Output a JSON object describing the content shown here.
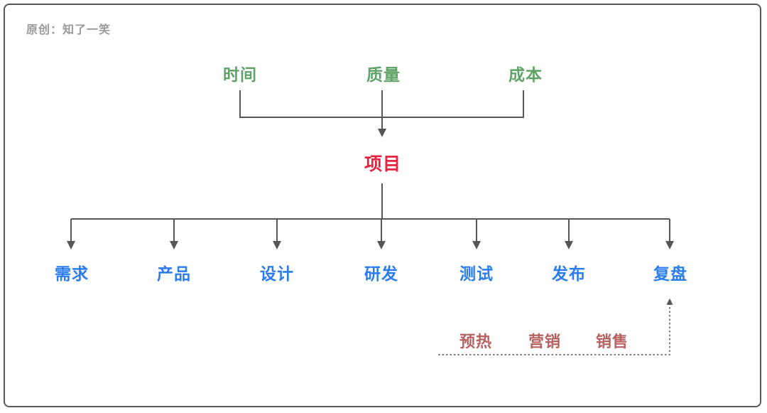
{
  "attribution": "原创：知了一笑",
  "colors": {
    "green": "#5fa268",
    "red": "#e6233e",
    "blue": "#2b7cee",
    "brown": "#b76060",
    "line": "#565656",
    "attribution_gray": "#9a9a9a",
    "border": "#58585a"
  },
  "constraints": [
    {
      "label": "时间"
    },
    {
      "label": "质量"
    },
    {
      "label": "成本"
    }
  ],
  "root": {
    "label": "项目"
  },
  "phases": [
    {
      "label": "需求"
    },
    {
      "label": "产品"
    },
    {
      "label": "设计"
    },
    {
      "label": "研发"
    },
    {
      "label": "测试"
    },
    {
      "label": "发布"
    },
    {
      "label": "复盘"
    }
  ],
  "sales": [
    {
      "label": "预热"
    },
    {
      "label": "营销"
    },
    {
      "label": "销售"
    }
  ]
}
